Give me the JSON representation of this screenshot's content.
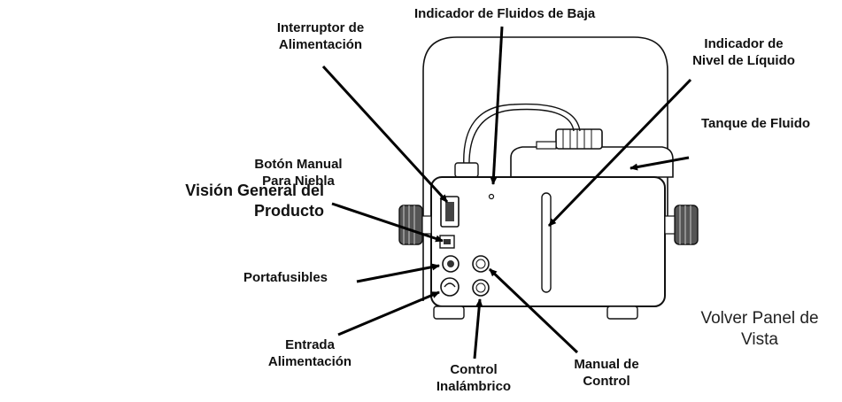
{
  "title": {
    "line1": "Visión General del",
    "line2": "Producto"
  },
  "view_name": {
    "line1": "Volver Panel de",
    "line2": "Vista"
  },
  "callouts": {
    "power_switch": {
      "line1": "Interruptor de",
      "line2": "Alimentación"
    },
    "low_fluid_indicator": {
      "line1": "Indicador de Fluidos de Baja"
    },
    "fluid_level_indicator": {
      "line1": "Indicador de",
      "line2": "Nivel de Líquido"
    },
    "fluid_tank": {
      "line1": "Tanque de Fluido"
    },
    "manual_fog_button": {
      "line1": "Botón Manual",
      "line2": "Para Niebla"
    },
    "fuse_holder": {
      "line1": "Portafusibles"
    },
    "power_input": {
      "line1": "Entrada",
      "line2": "Alimentación"
    },
    "wireless_control": {
      "line1": "Control",
      "line2": "Inalámbrico"
    },
    "manual_control": {
      "line1": "Manual de",
      "line2": "Control"
    }
  }
}
